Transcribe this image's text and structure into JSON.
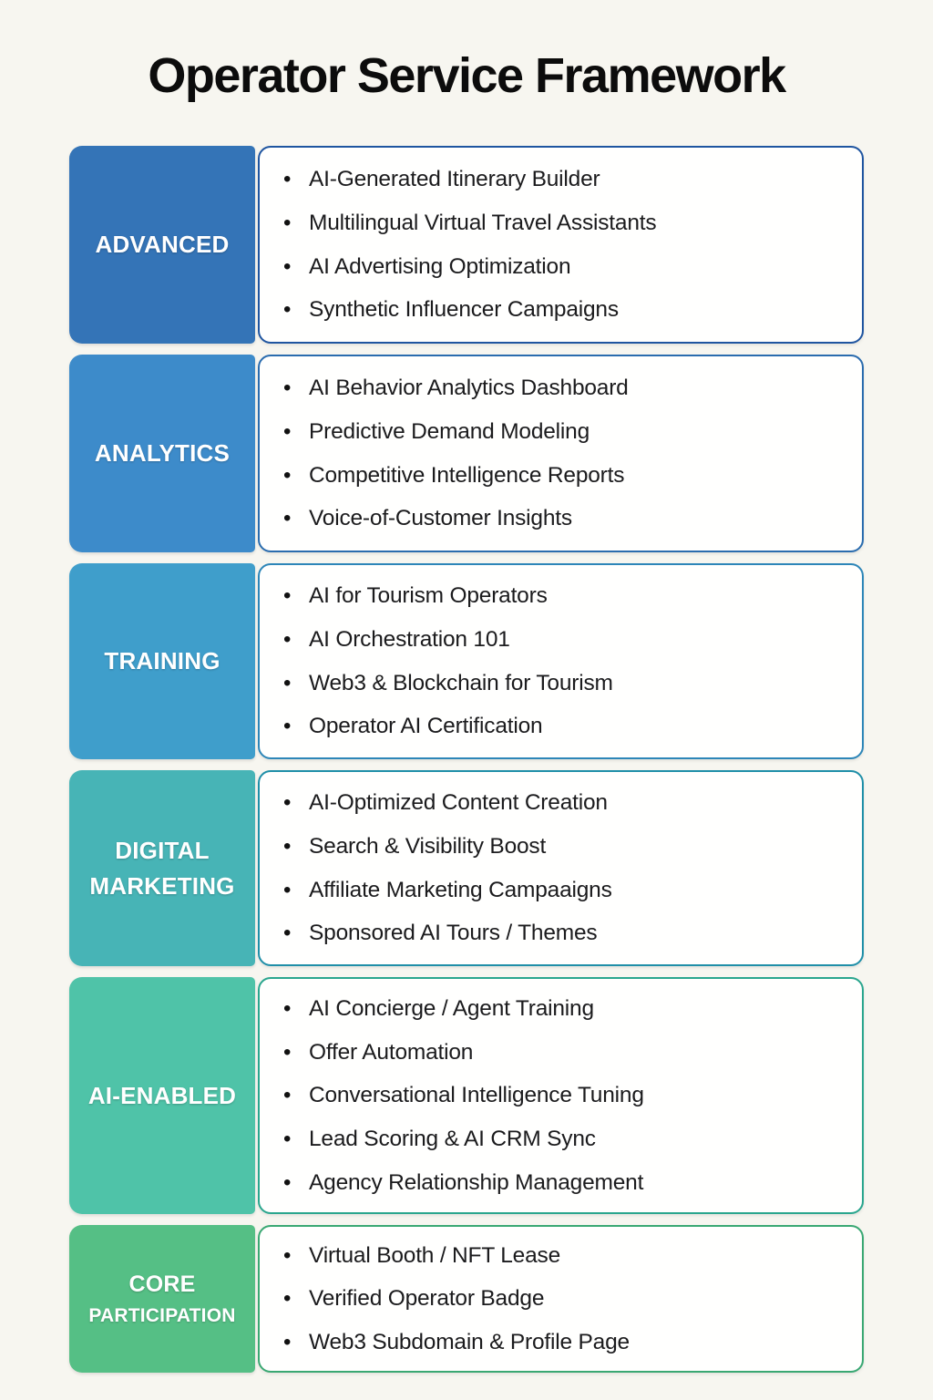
{
  "page": {
    "title": "Operator Service Framework",
    "background_color": "#f7f6f0"
  },
  "icons": {
    "bullet": "•"
  },
  "framework": {
    "rows": [
      {
        "label_line1": "ADVANCED",
        "label_line2": "",
        "block_color": "#3474b7",
        "border_color": "#1f55a0",
        "items": [
          "AI-Generated Itinerary Builder",
          "Multilingual Virtual Travel Assistants",
          "AI Advertising Optimization",
          "Synthetic Influencer Campaigns"
        ]
      },
      {
        "label_line1": "ANALYTICS",
        "label_line2": "",
        "block_color": "#3d8bca",
        "border_color": "#2a6cae",
        "items": [
          "AI Behavior Analytics Dashboard",
          "Predictive Demand Modeling",
          "Competitive Intelligence Reports",
          "Voice-of-Customer Insights"
        ]
      },
      {
        "label_line1": "TRAINING",
        "label_line2": "",
        "block_color": "#3f9ecb",
        "border_color": "#2d86b8",
        "items": [
          "AI for Tourism Operators",
          "AI Orchestration 101",
          "Web3 & Blockchain for Tourism",
          "Operator AI Certification"
        ]
      },
      {
        "label_line1": "DIGITAL",
        "label_line2": "MARKETING",
        "block_color": "#47b4b6",
        "border_color": "#1f8fa8",
        "items": [
          "AI-Optimized Content Creation",
          "Search & Visibility Boost",
          "Affiliate Marketing Campaaigns",
          "Sponsored AI Tours / Themes"
        ]
      },
      {
        "label_line1": "AI-ENABLED",
        "label_line2": "",
        "block_color": "#4fc3a8",
        "border_color": "#2aa68e",
        "items": [
          "AI Concierge / Agent Training",
          "Offer Automation",
          "Conversational Intelligence Tuning",
          "Lead Scoring & AI CRM Sync",
          "Agency Relationship Management"
        ]
      },
      {
        "label_line1": "CORE",
        "label_line2": "PARTICIPATION",
        "block_color": "#55bf85",
        "border_color": "#3aa873",
        "items": [
          "Virtual Booth / NFT Lease",
          "Verified Operator Badge",
          "Web3 Subdomain & Profile Page"
        ]
      }
    ]
  }
}
